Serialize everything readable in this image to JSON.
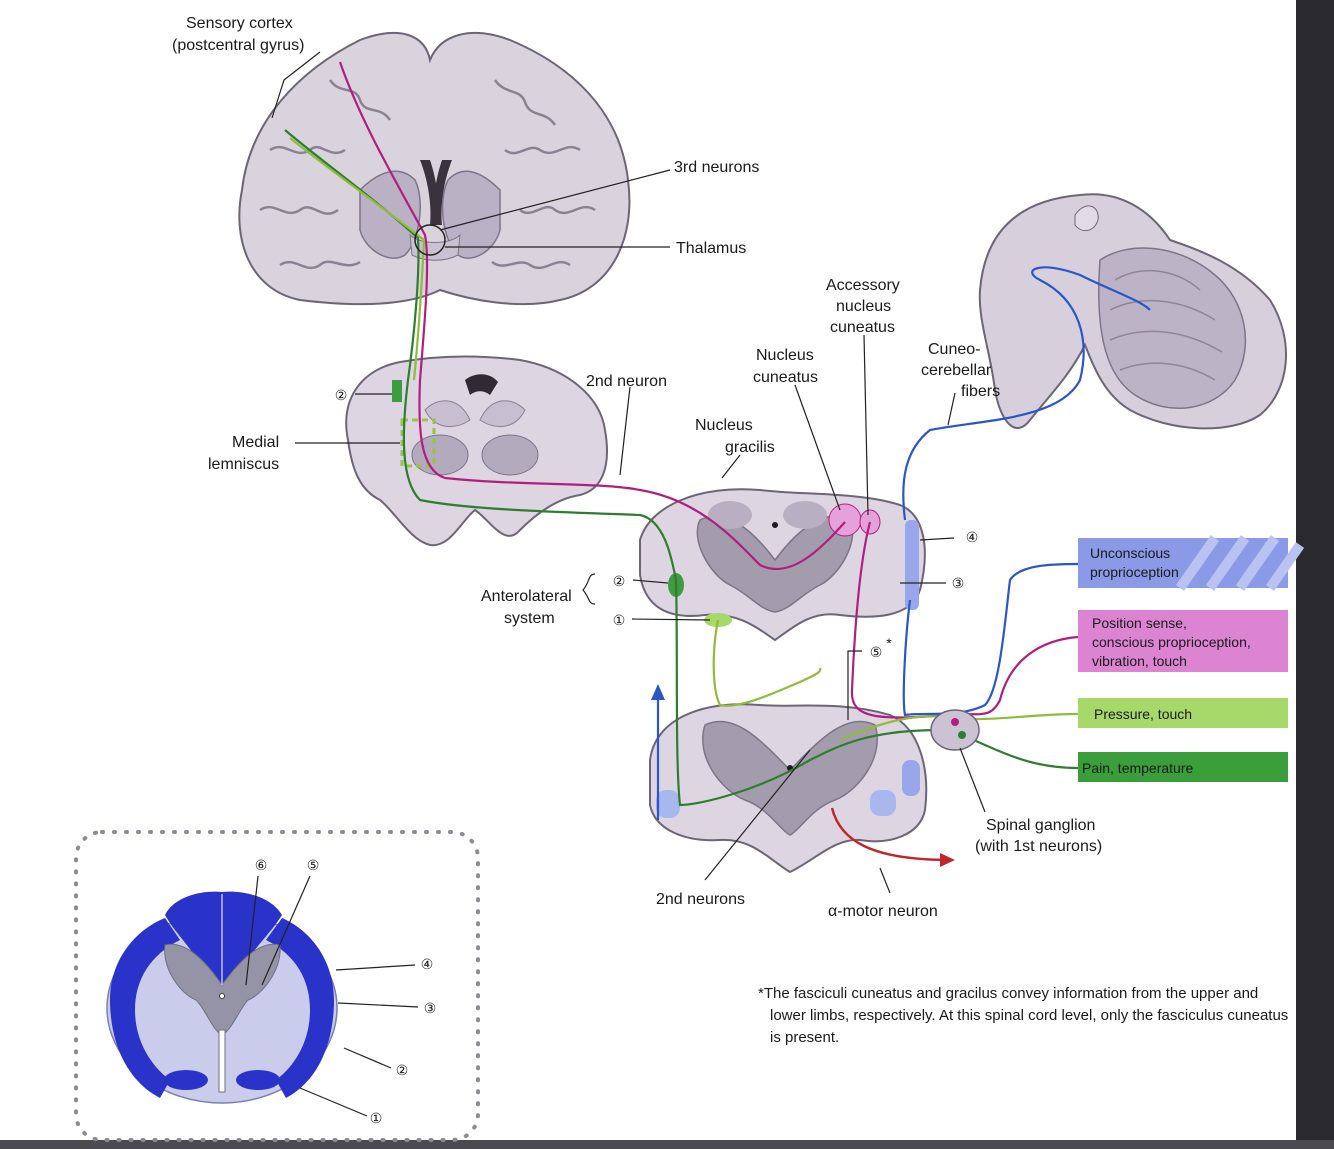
{
  "labels": {
    "sensory_cortex_1": "Sensory cortex",
    "sensory_cortex_2": "(postcentral gyrus)",
    "third_neurons": "3rd neurons",
    "thalamus": "Thalamus",
    "accessory_1": "Accessory",
    "accessory_2": "nucleus",
    "accessory_3": "cuneatus",
    "nucleus_cuneatus_1": "Nucleus",
    "nucleus_cuneatus_2": "cuneatus",
    "cuneo_1": "Cuneo-",
    "cuneo_2": "cerebellar",
    "cuneo_3": "fibers",
    "second_neuron": "2nd neuron",
    "nucleus_gracilis_1": "Nucleus",
    "nucleus_gracilis_2": "gracilis",
    "medial_lemniscus_1": "Medial",
    "medial_lemniscus_2": "lemniscus",
    "anterolateral_1": "Anterolateral",
    "anterolateral_2": "system",
    "spinal_ganglion_1": "Spinal ganglion",
    "spinal_ganglion_2": "(with 1st neurons)",
    "second_neurons": "2nd neurons",
    "alpha_motor": "α-motor neuron"
  },
  "markers": {
    "one": "①",
    "two": "②",
    "three": "③",
    "four": "④",
    "five": "⑤",
    "six": "⑥",
    "star": "*"
  },
  "legend": [
    {
      "lines": [
        "Unconscious",
        "proprioception"
      ],
      "color": "#7f8fe0"
    },
    {
      "lines": [
        "Position sense,",
        "conscious proprioception,",
        "vibration, touch"
      ],
      "color": "#dc84d2"
    },
    {
      "lines": [
        "Pressure, touch"
      ],
      "color": "#a6d96a"
    },
    {
      "lines": [
        "Pain, temperature"
      ],
      "color": "#3a9e3a"
    }
  ],
  "footnote": {
    "line1": "*The fasciculi cuneatus and gracilus convey information from the upper and",
    "line2": "lower limbs, respectively. At this spinal cord level, only the fasciculus cuneatus",
    "line3": "is present."
  },
  "colors": {
    "unconscious": "#2a56c8",
    "conscious": "#b01f7e",
    "pressure": "#8dbd3a",
    "pain": "#2f7d2f",
    "motor": "#c0262c",
    "tissue": "#d8d0e0",
    "gray_matter": "#9a94a3",
    "tract_blue": "#2a33c9"
  }
}
